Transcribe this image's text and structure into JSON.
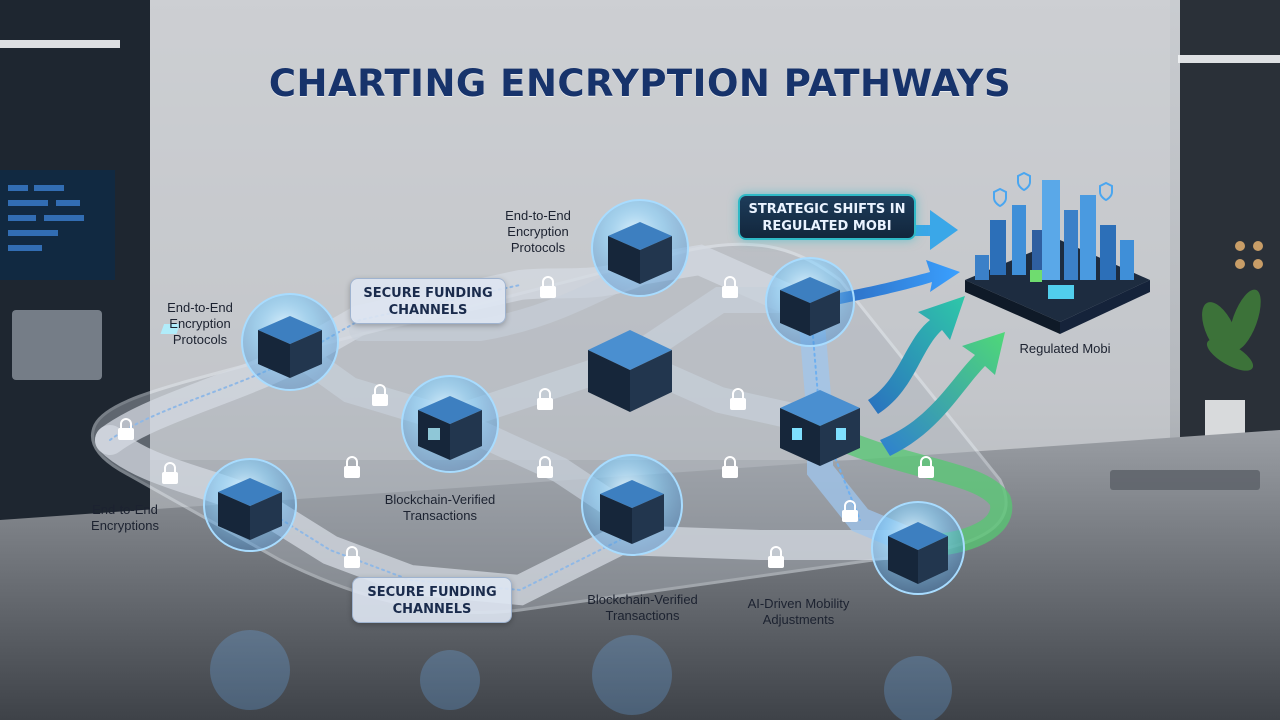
{
  "title": "CHARTING ENCRYPTION PATHWAYS",
  "labels": {
    "e2e_protocols_top": [
      "End-to-End",
      "Encryption",
      "Protocols"
    ],
    "e2e_protocols_left": [
      "End-to-End",
      "Encryption",
      "Protocols"
    ],
    "e2e_encryptions": [
      "End-to-End",
      "Encryptions"
    ],
    "blockchain_mid": [
      "Blockchain-Verified",
      "Transactions"
    ],
    "blockchain_bottom": [
      "Blockchain-Verified",
      "Transactions"
    ],
    "ai_mobility": [
      "AI-Driven Mobility",
      "Adjustments"
    ],
    "regulated": "Regulated Mobi"
  },
  "boxes": {
    "secure_top": [
      "SECURE FUNDING",
      "CHANNELS"
    ],
    "secure_bottom": [
      "SECURE FUNDING",
      "CHANNELS"
    ],
    "strategic": [
      "STRATEGIC SHIFTS IN",
      "REGULATED MOBI"
    ]
  },
  "colors": {
    "title": "#17336b",
    "node_glow": "#6fc8ff",
    "arrow_blue": "#2f7fe0",
    "arrow_green": "#3cc86a",
    "box_border_teal": "#2fb9c6"
  },
  "icons": [
    "padlock-icon",
    "circuit-cube-icon",
    "shield-icon",
    "city-icon",
    "arrow-icon"
  ]
}
